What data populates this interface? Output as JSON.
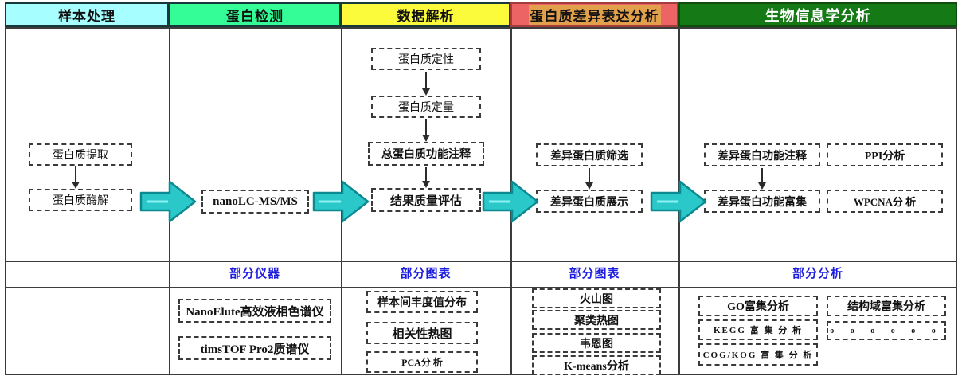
{
  "colors": {
    "header_sample_bg": "#A6FEFE",
    "header_detect_bg": "#34FC96",
    "header_data_bg": "#FBFB3B",
    "header_diff_bg": "#ED6464",
    "header_diff_text_highlight": "#E2A04D",
    "header_bioinfo_bg": "#157A15",
    "header_bioinfo_text": "#FFFFFF",
    "section_label_text": "#1D1DE0",
    "big_arrow_fill": "#2BC8CA",
    "big_arrow_border": "#0A8A90",
    "box_border": "#3A3A3A",
    "grid_border": "#3C3C3C"
  },
  "columns": [
    {
      "header": "样本处理",
      "flow": [
        "蛋白质提取",
        "蛋白质酶解"
      ],
      "section_label": "",
      "bottom": []
    },
    {
      "header": "蛋白检测",
      "flow": [
        "nanoLC-MS/MS"
      ],
      "section_label": "部分仪器",
      "bottom": [
        "NanoElute高效液相色谱仪",
        "timsTOF Pro2质谱仪"
      ]
    },
    {
      "header": "数据解析",
      "flow": [
        "蛋白质定性",
        "蛋白质定量",
        "总蛋白质功能注释",
        "结果质量评估"
      ],
      "section_label": "部分图表",
      "bottom": [
        "样本间丰度值分布",
        "相关性热图",
        "PCA分  析"
      ]
    },
    {
      "header": "蛋白质差异表达分析",
      "flow": [
        "差异蛋白质筛选",
        "差异蛋白质展示"
      ],
      "section_label": "部分图表",
      "bottom": [
        "火山图",
        "聚类热图",
        "韦恩图",
        "K-means分析"
      ]
    },
    {
      "header": "生物信息学分析",
      "flow_left": [
        "差异蛋白功能注释",
        "差异蛋白功能富集"
      ],
      "flow_right": [
        "PPI分析",
        "WPCNA分  析"
      ],
      "section_label": "部分分析",
      "bottom_left": [
        "GO富集分析",
        "KEGG 富 集 分 析",
        "COG/KOG 富 集 分 析"
      ],
      "bottom_right": [
        "结构域富集分析",
        "o  o  o  o  o  o"
      ]
    }
  ]
}
